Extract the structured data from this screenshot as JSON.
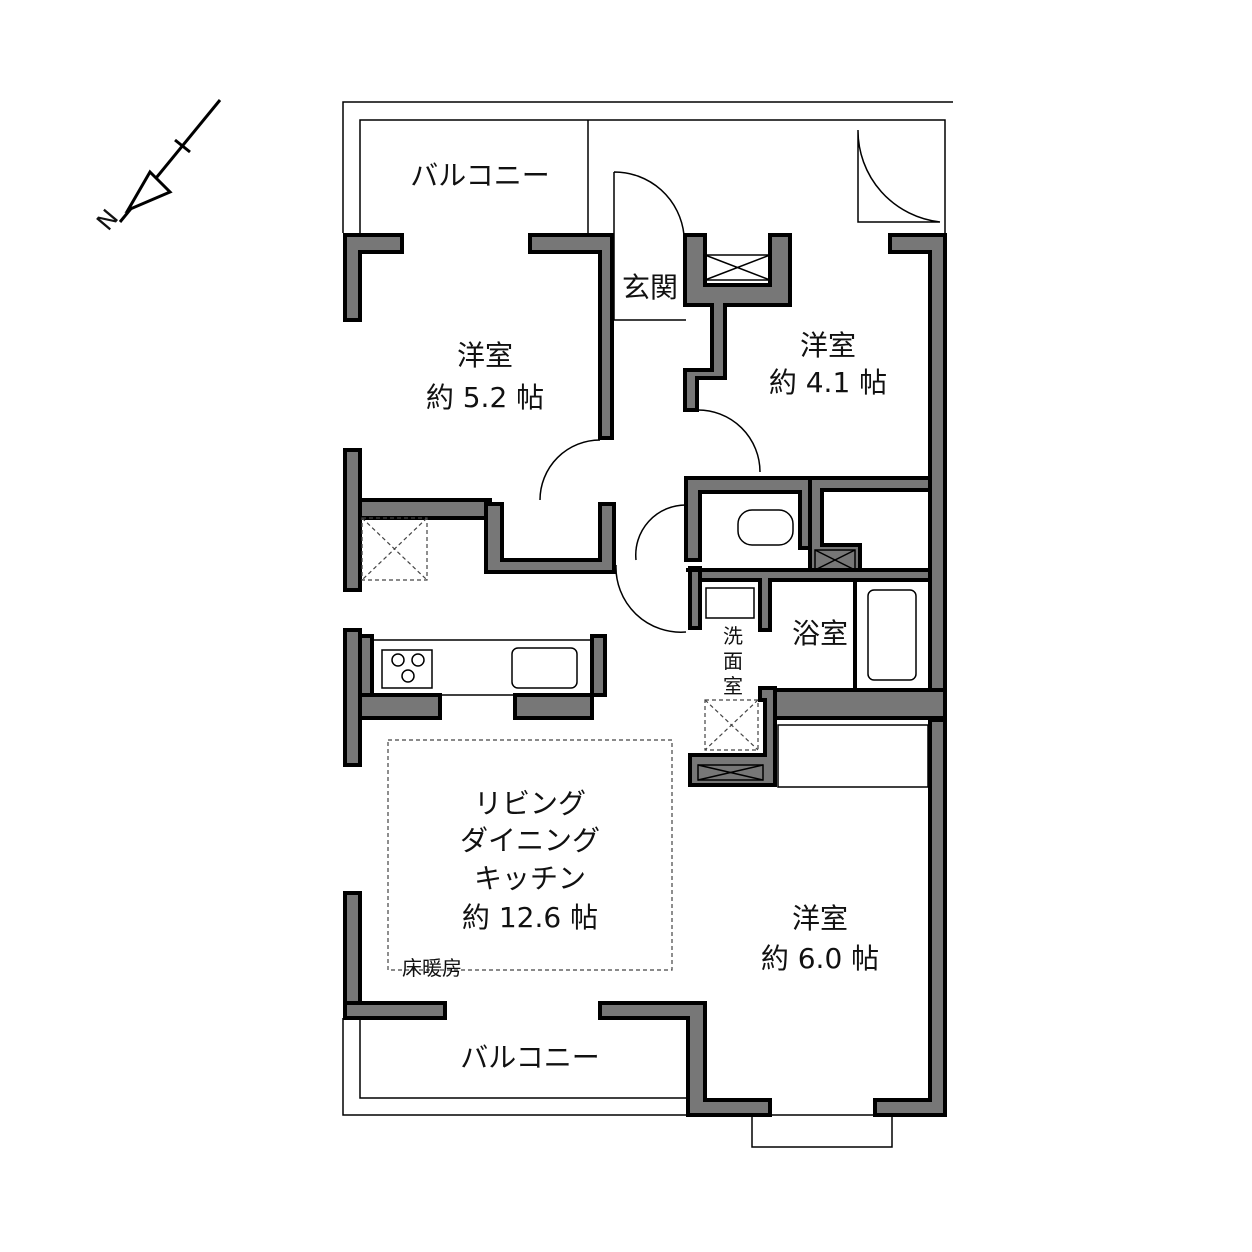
{
  "compass": {
    "label": "N"
  },
  "rooms": {
    "balcony_top": "バルコニー",
    "entrance": "玄関",
    "bedroom_a": {
      "name": "洋室",
      "size": "約 5.2 帖"
    },
    "bedroom_b": {
      "name": "洋室",
      "size": "約 4.1 帖"
    },
    "bath": "浴室",
    "washroom": [
      "洗",
      "面",
      "室"
    ],
    "ldk": {
      "line1": "リビング",
      "line2": "ダイニング",
      "line3": "キッチン",
      "size": "約 12.6 帖"
    },
    "floor_heating": "床暖房",
    "bedroom_c": {
      "name": "洋室",
      "size": "約 6.0 帖"
    },
    "balcony_bottom": "バルコニー"
  }
}
